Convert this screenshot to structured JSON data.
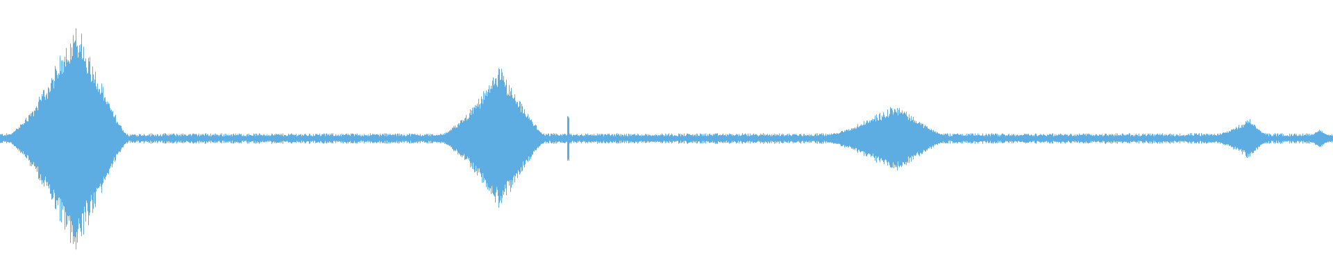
{
  "waveform": {
    "color": "#5dade2",
    "background": "#ffffff",
    "duration_fraction_bursts": [
      {
        "start": 0.0,
        "peak": 0.057,
        "end": 0.098,
        "amplitude": 0.96
      },
      {
        "start": 0.323,
        "peak": 0.375,
        "end": 0.412,
        "amplitude": 0.58
      },
      {
        "start": 0.605,
        "peak": 0.672,
        "end": 0.715,
        "amplitude": 0.28
      },
      {
        "start": 0.9,
        "peak": 0.937,
        "end": 0.955,
        "amplitude": 0.16
      },
      {
        "start": 0.975,
        "peak": 0.99,
        "end": 1.0,
        "amplitude": 0.08
      }
    ],
    "baseline_amplitude": 0.03,
    "spike": {
      "position": 0.426,
      "amplitude": 0.18
    }
  }
}
